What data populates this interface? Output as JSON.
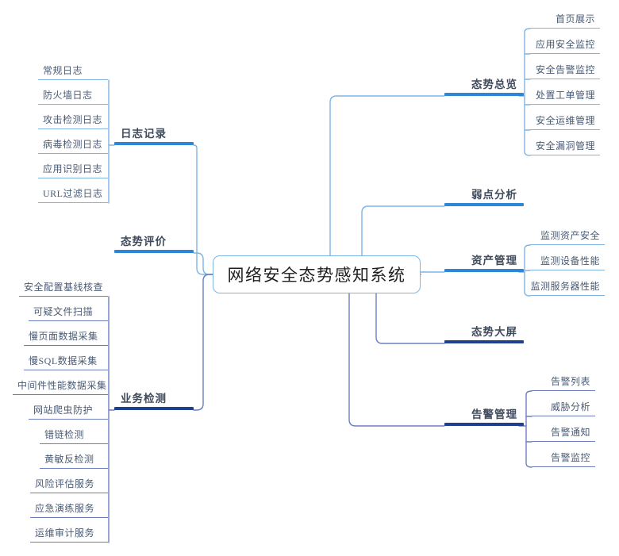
{
  "diagram": {
    "title": "网络安全态势感知系统",
    "type": "mind-map",
    "colors": {
      "light_blue": "#2e86d6",
      "light_blue_line": "#7fb4e3",
      "navy": "#1f3f8f",
      "navy_line": "#6b7fc0",
      "root_border": "#7eb6e6",
      "background": "#ffffff",
      "label_text": "#3f4a5c"
    }
  },
  "root": {
    "label": "网络安全态势感知系统"
  },
  "branches": [
    {
      "id": "log-record",
      "label": "日志记录",
      "side": "left",
      "accent": "light",
      "children": [
        {
          "label": "常规日志"
        },
        {
          "label": "防火墙日志"
        },
        {
          "label": "攻击检测日志"
        },
        {
          "label": "病毒检测日志"
        },
        {
          "label": "应用识别日志"
        },
        {
          "label": "URL过滤日志"
        }
      ]
    },
    {
      "id": "situation-evaluation",
      "label": "态势评价",
      "side": "left",
      "accent": "light",
      "children": []
    },
    {
      "id": "business-detection",
      "label": "业务检测",
      "side": "left",
      "accent": "navy",
      "children": [
        {
          "label": "安全配置基线核查"
        },
        {
          "label": "可疑文件扫描"
        },
        {
          "label": "慢页面数据采集"
        },
        {
          "label": "慢SQL数据采集"
        },
        {
          "label": "中间件性能数据采集"
        },
        {
          "label": "网站爬虫防护"
        },
        {
          "label": "错链检测"
        },
        {
          "label": "黄敏反检测"
        },
        {
          "label": "风险评估服务"
        },
        {
          "label": "应急演练服务"
        },
        {
          "label": "运维审计服务"
        }
      ]
    },
    {
      "id": "situation-overview",
      "label": "态势总览",
      "side": "right",
      "accent": "light",
      "children": [
        {
          "label": "首页展示"
        },
        {
          "label": "应用安全监控"
        },
        {
          "label": "安全告警监控"
        },
        {
          "label": "处置工单管理"
        },
        {
          "label": "安全运维管理"
        },
        {
          "label": "安全漏洞管理"
        }
      ]
    },
    {
      "id": "weakness-analysis",
      "label": "弱点分析",
      "side": "right",
      "accent": "light",
      "children": []
    },
    {
      "id": "asset-management",
      "label": "资产管理",
      "side": "right",
      "accent": "light",
      "children": [
        {
          "label": "监测资产安全"
        },
        {
          "label": "监测设备性能"
        },
        {
          "label": "监测服务器性能"
        }
      ]
    },
    {
      "id": "situation-bigscreen",
      "label": "态势大屏",
      "side": "right",
      "accent": "navy",
      "children": []
    },
    {
      "id": "alarm-management",
      "label": "告警管理",
      "side": "right",
      "accent": "navy",
      "children": [
        {
          "label": "告警列表"
        },
        {
          "label": "威胁分析"
        },
        {
          "label": "告警通知"
        },
        {
          "label": "告警监控"
        }
      ]
    }
  ]
}
